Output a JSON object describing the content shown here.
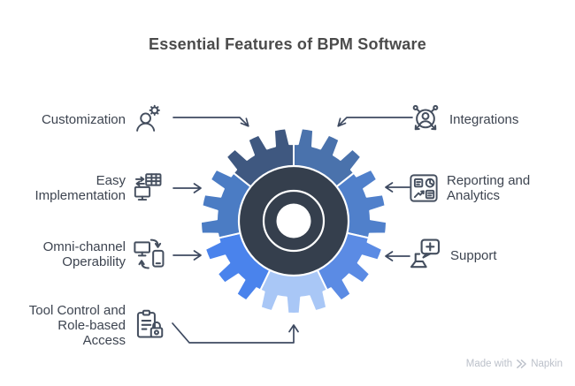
{
  "title": "Essential Features of BPM Software",
  "palette": {
    "background": "#FFFFFF",
    "title_color": "#4B4B4B",
    "label_color": "#3D4450",
    "icon_color": "#454F5F",
    "arrow_color": "#3E4A61",
    "watermark_color": "#BCC1CA"
  },
  "gear": {
    "hub_color": "#353F4D",
    "hub_ring_color": "#FFFFFF",
    "hub_hole_color": "#FFFFFF",
    "segments": [
      {
        "feature": "Integrations",
        "position": "top-right",
        "color": "#4A72AC"
      },
      {
        "feature": "Reporting and Analytics",
        "position": "right",
        "color": "#5080CB"
      },
      {
        "feature": "Support",
        "position": "bottom-right",
        "color": "#5B8BE4"
      },
      {
        "feature": "Tool Control and Role-based Access",
        "position": "bottom",
        "color": "#A9C7F6"
      },
      {
        "feature": "Omni-channel Operability",
        "position": "bottom-left",
        "color": "#4A83EC"
      },
      {
        "feature": "Easy Implementation",
        "position": "left",
        "color": "#4B7CC4"
      },
      {
        "feature": "Customization",
        "position": "top-left",
        "color": "#3F5880"
      }
    ]
  },
  "features": {
    "left": [
      {
        "label": "Customization",
        "icon": "user-gear-icon"
      },
      {
        "label": "Easy\nImplementation",
        "icon": "screen-sync-table-icon"
      },
      {
        "label": "Omni-channel\nOperability",
        "icon": "devices-sync-icon"
      },
      {
        "label": "Tool Control and\nRole-based\nAccess",
        "icon": "clipboard-lock-icon"
      }
    ],
    "right": [
      {
        "label": "Integrations",
        "icon": "network-user-icon"
      },
      {
        "label": "Reporting and\nAnalytics",
        "icon": "analytics-panel-icon"
      },
      {
        "label": "Support",
        "icon": "laptop-chat-icon"
      }
    ]
  },
  "watermark": {
    "prefix": "Made with",
    "brand": "Napkin"
  }
}
